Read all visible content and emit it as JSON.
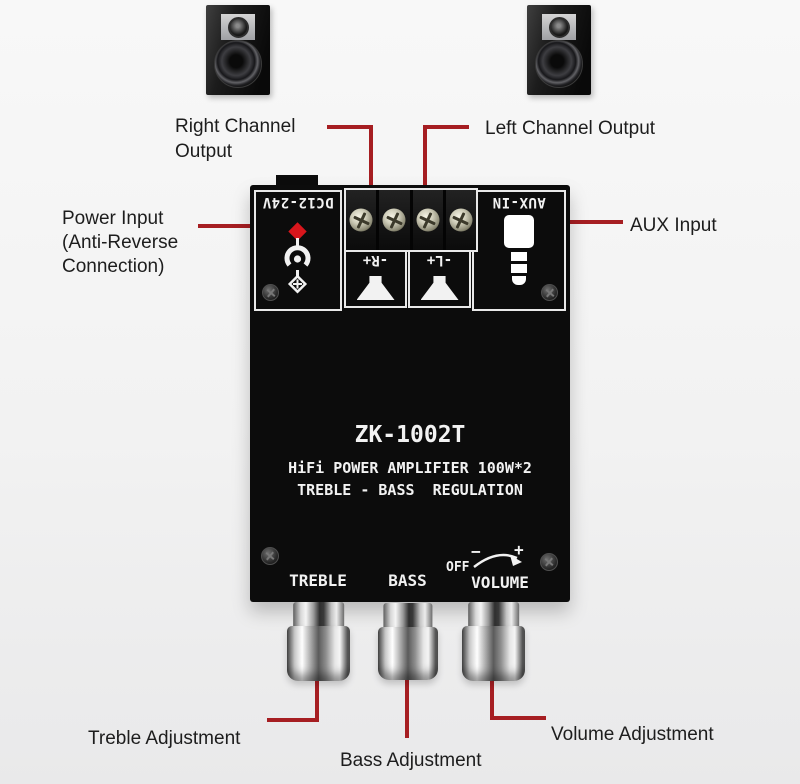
{
  "colors": {
    "callout_red": "#a61e22",
    "dot_red": "#cf181d",
    "board_black": "#0c0c0c",
    "silkscreen_white": "#f2f2f2",
    "label_text": "#1d1d1d"
  },
  "icons": {
    "speaker_photo": "bookshelf-speaker (css shapes)",
    "dc_jack_icon": "barrel-jack symbol (svg)",
    "audio_plug_icon": "3.5mm plug (css shapes)",
    "screw_icon": "philips screw (css circle+cross)",
    "speaker_cone_icon": "horn trapezoid (css clip-path)",
    "volume_arrow_icon": "clockwise arc arrow (svg)"
  },
  "callouts": {
    "right_channel": "Right Channel Output",
    "left_channel": "Left Channel Output",
    "power": "Power Input\n(Anti-Reverse\nConnection)",
    "aux": "AUX Input",
    "treble": "Treble Adjustment",
    "bass": "Bass Adjustment",
    "volume": "Volume Adjustment"
  },
  "board": {
    "model": "ZK-1002T",
    "line1": "HiFi POWER AMPLIFIER 100W*2",
    "line2": "TREBLE - BASS  REGULATION",
    "power_port": "DC12-24V",
    "aux_port": "AUX-IN",
    "right_terminal": "-R+",
    "left_terminal": "-L+",
    "treble_label": "TREBLE",
    "bass_label": "BASS",
    "volume_label": "VOLUME",
    "volume_off": "OFF",
    "volume_minus": "−",
    "volume_plus": "+"
  }
}
